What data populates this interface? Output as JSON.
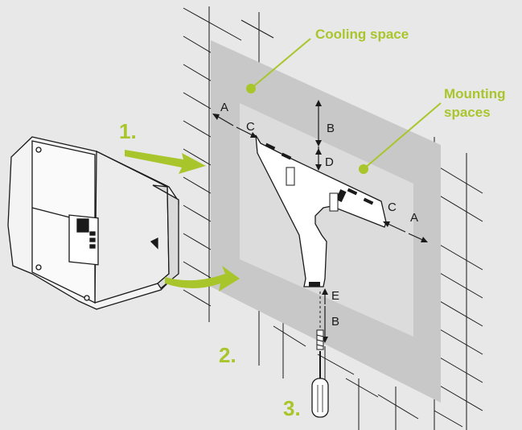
{
  "diagram": {
    "labels": {
      "cooling_space": "Cooling space",
      "mounting_spaces_line1": "Mounting",
      "mounting_spaces_line2": "spaces",
      "step1": "1.",
      "step2": "2.",
      "step3": "3."
    },
    "dimensions": {
      "a_left": "A",
      "a_right": "A",
      "b_top": "B",
      "b_bottom": "B",
      "c_left": "C",
      "c_right": "C",
      "d": "D",
      "e": "E"
    },
    "colors": {
      "background": "#e8e8e8",
      "cooling_space": "#c8c8c8",
      "mounting_space": "#dcdcdc",
      "accent": "#a8c62c",
      "line": "#1a1a1a",
      "inverter_body": "#f4f4f4"
    }
  }
}
